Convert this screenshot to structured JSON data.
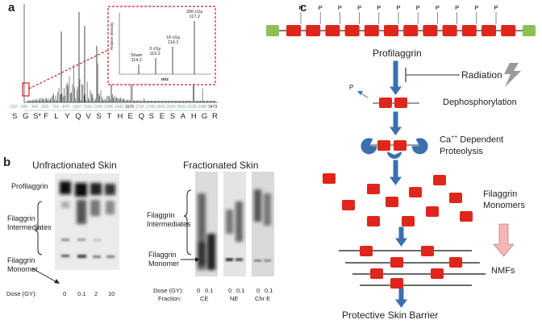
{
  "panel_a": {
    "letter": "a",
    "inset": {
      "peak_labels": [
        "Sham",
        "3 cGy",
        "10 cGy",
        "200 cGy"
      ],
      "peak_values": [
        "114.2",
        "115.2",
        "116.1",
        "117.2"
      ],
      "ylabel": "Relative Intensity",
      "xlabel": "m/z"
    },
    "sequence_letters": [
      "S",
      "G",
      "S*",
      "F",
      "L",
      "Y",
      "Q",
      "V",
      "S",
      "T",
      "H",
      "E",
      "Q",
      "S",
      "E",
      "S",
      "A",
      "H",
      "G",
      "R"
    ],
    "top_masses": [
      "232",
      "289",
      "456",
      "603",
      "716",
      "879",
      "1007",
      "1106",
      "1194",
      "1295",
      "1432",
      "1575"
    ],
    "bottom_masses": [
      "1705",
      "1790",
      "1833",
      "2020",
      "2091",
      "2228",
      "2285",
      "2473"
    ]
  },
  "panel_b": {
    "letter": "b",
    "left_title": "Unfractionated Skin",
    "right_title": "Fractionated Skin",
    "left_labels": {
      "profilaggrin": "Profilaggrin",
      "intermediates_1": "Filaggrin",
      "intermediates_2": "Intermediates",
      "monomer_1": "Filaggrin",
      "monomer_2": "Monomer"
    },
    "right_labels": {
      "intermediates_1": "Filaggrin",
      "intermediates_2": "Intermediates",
      "monomer_1": "Filaggrin",
      "monomer_2": "Monomer"
    },
    "dose_label": "Dose (GY):",
    "left_doses": [
      "0",
      "0.1",
      "2",
      "10"
    ],
    "right_dose_label": "Dose (GY):",
    "right_doses": [
      "0",
      "0.1",
      "0",
      "0.1",
      "0",
      "0.1"
    ],
    "fraction_label": "Fraction:",
    "fractions": [
      "CE",
      "NE",
      "Chr E"
    ]
  },
  "panel_c": {
    "letter": "c",
    "phospho_label": "P",
    "profilaggrin": "Profilaggrin",
    "radiation": "Radiation",
    "dephos_p": "P",
    "dephosphorylation": "Dephosphorylation",
    "ca_line1": "Ca",
    "ca_sup": "++",
    "ca_line1_rest": " Dependent",
    "ca_line2": "Proteolysis",
    "filaggrin_1": "Filaggrin",
    "filaggrin_2": "Monomers",
    "nmfs": "NMFs",
    "barrier": "Protective Skin Barrier",
    "colors": {
      "red": "#e0261c",
      "green": "#8cc152",
      "blue": "#3c6fae",
      "pink": "#f4b6b6"
    }
  }
}
